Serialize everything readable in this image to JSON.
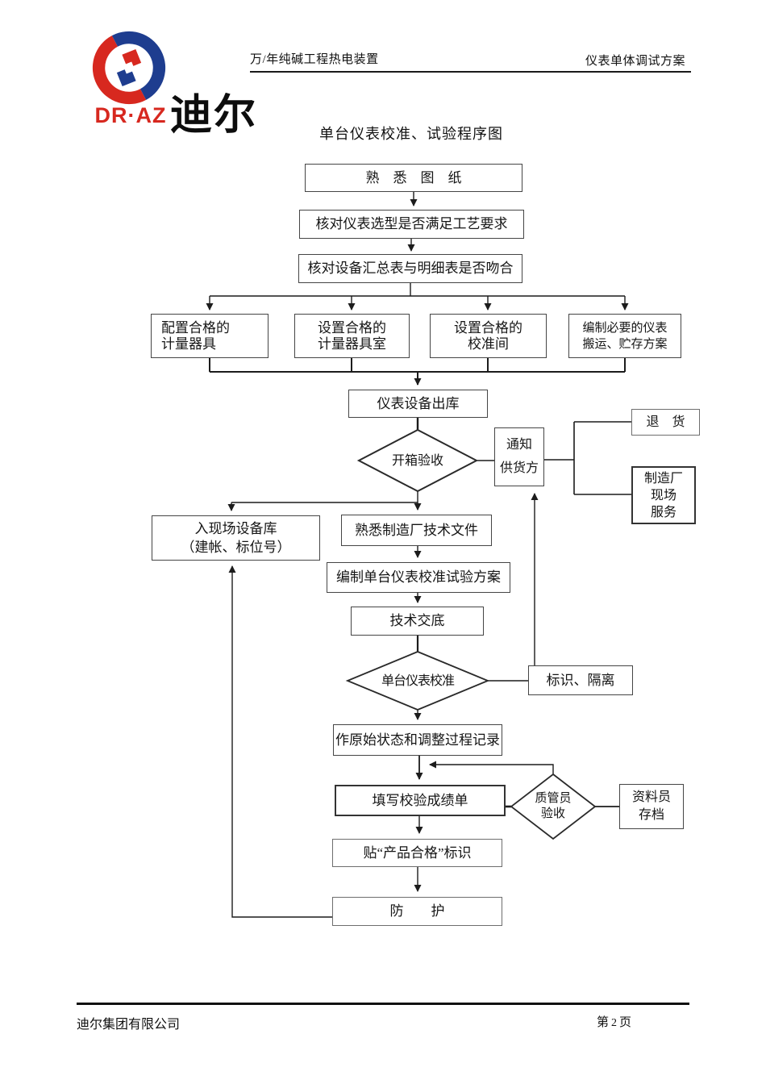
{
  "header": {
    "logo": {
      "latin": "DR·AZ",
      "chinese": "迪尔",
      "red": "#d7281f",
      "blue": "#1e3d8f"
    },
    "left_text": "万/年纯碱工程热电装置",
    "right_text": "仪表单体调试方案"
  },
  "title": "单台仪表校准、试验程序图",
  "flowchart": {
    "nodes": {
      "familiarize_drawings": {
        "text": "熟　悉　图　纸"
      },
      "verify_selection": {
        "text": "核对仪表选型是否满足工艺要求"
      },
      "verify_summary": {
        "text": "核对设备汇总表与明细表是否吻合"
      },
      "configure_instruments": {
        "lines": [
          "配置合格的",
          "计量器具"
        ]
      },
      "setup_instrument_room": {
        "lines": [
          "设置合格的",
          "计量器具室"
        ]
      },
      "setup_calibration_room": {
        "lines": [
          "设置合格的",
          "校准间"
        ]
      },
      "prepare_handling_plan": {
        "lines": [
          "编制必要的仪表",
          "搬运、贮存方案"
        ]
      },
      "instrument_outbound": {
        "text": "仪表设备出库"
      },
      "notify_supplier": {
        "lines": [
          "通知",
          "供货方"
        ]
      },
      "return_goods": {
        "text": "退　货"
      },
      "factory_field_service": {
        "lines": [
          "制造厂",
          "现场",
          "服务"
        ]
      },
      "site_warehouse": {
        "lines": [
          "入现场设备库",
          "（建帐、标位号）"
        ]
      },
      "study_tech_docs": {
        "text": "熟悉制造厂技术文件"
      },
      "prepare_test_plan": {
        "text": "编制单台仪表校准试验方案"
      },
      "tech_briefing": {
        "text": "技术交底"
      },
      "mark_isolate": {
        "text": "标识、隔离"
      },
      "record_states": {
        "text": "作原始状态和调整过程记录"
      },
      "fill_result_sheet": {
        "text": "填写校验成绩单"
      },
      "archivist_filing": {
        "lines": [
          "资料员",
          "存档"
        ]
      },
      "attach_qualified_label": {
        "text": "贴“产品合格”标识"
      },
      "protection": {
        "text": "防　　护"
      }
    },
    "decisions": {
      "unpacking_inspection": {
        "text": "开箱验收"
      },
      "single_instrument_calibration": {
        "text": "单台仪表校准"
      },
      "qc_acceptance": {
        "lines": [
          "质管员",
          "验收"
        ]
      }
    }
  },
  "footer": {
    "company": "迪尔集团有限公司",
    "page_prefix": "第",
    "page_number": "2",
    "page_suffix": "页"
  }
}
